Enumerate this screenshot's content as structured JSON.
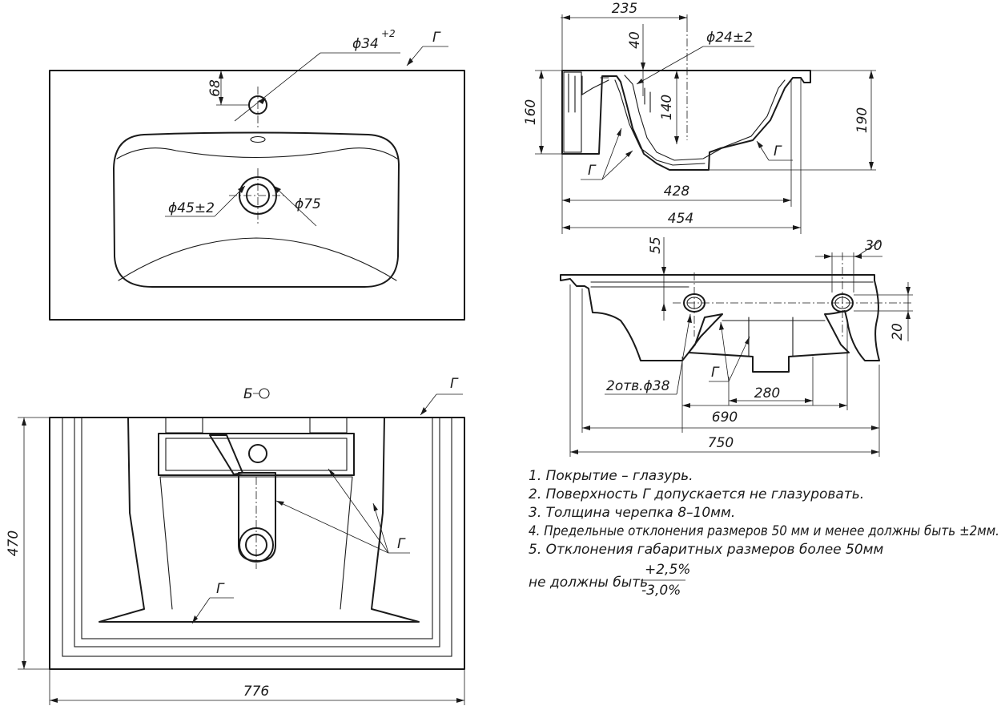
{
  "dimensions": {
    "tap_hole": "ϕ34",
    "tap_hole_tol": "+2",
    "tap_offset": "68",
    "drain_hole": "ϕ45±2",
    "drain_outer": "ϕ75",
    "side_width": "235",
    "side_depth": "40",
    "overflow_hole": "ϕ24±2",
    "side_height_left": "160",
    "basin_depth": "140",
    "total_height": "190",
    "bowl_width": "428",
    "total_depth": "454",
    "back_55": "55",
    "back_30": "30",
    "back_20": "20",
    "mount_holes": "2отв.ϕ38",
    "back_280": "280",
    "back_690": "690",
    "back_750": "750",
    "bottom_height": "470",
    "bottom_width": "776"
  },
  "labels": {
    "surface_g": "Г",
    "view_b": "Б"
  },
  "notes": {
    "n1": "1. Покрытие – глазурь.",
    "n2": "2. Поверхность Г допускается не глазуровать.",
    "n3": "3. Толщина черепка 8–10мм.",
    "n4": "4. Предельные отклонения размеров 50 мм и менее должны быть ±2мм.",
    "n5": "5. Отклонения габаритных размеров более 50мм",
    "n6_prefix": "не должны быть",
    "tol_plus": "+2,5%",
    "tol_minus": "-3,0%"
  },
  "colors": {
    "ink": "#1a1a1a",
    "paper": "#ffffff"
  }
}
